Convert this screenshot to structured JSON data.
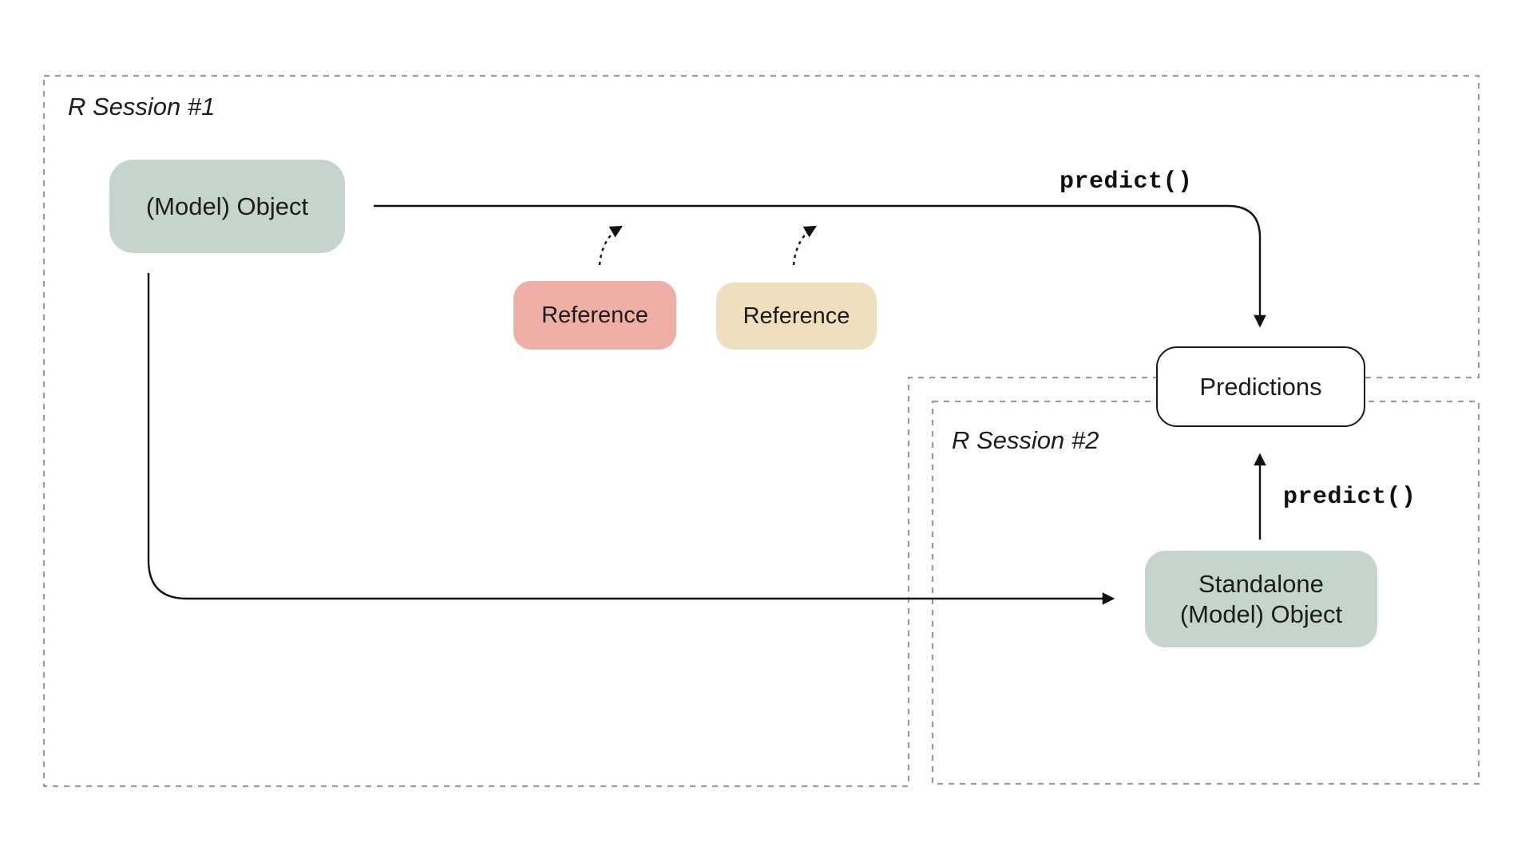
{
  "diagram": {
    "background": "#ffffff",
    "sessions": [
      {
        "id": "session-1",
        "label": "R Session #1",
        "border_color": "#9a9a9a",
        "border_style": "dashed"
      },
      {
        "id": "session-2",
        "label": "R Session #2",
        "border_color": "#9a9a9a",
        "border_style": "dashed"
      }
    ],
    "nodes": {
      "model_object": {
        "label": "(Model) Object",
        "fill": "#c6d5cc",
        "session": "R Session #1"
      },
      "reference_red": {
        "label": "Reference",
        "fill": "#efaea6",
        "session": "R Session #1"
      },
      "reference_tan": {
        "label": "Reference",
        "fill": "#f0dfbf",
        "session": "R Session #1"
      },
      "predictions": {
        "label": "Predictions",
        "fill": "#ffffff",
        "border": "#1a1a1a"
      },
      "standalone": {
        "label": "Standalone\n(Model) Object",
        "fill": "#c6d5cc",
        "session": "R Session #2"
      }
    },
    "annotations": {
      "predict_top": {
        "label": "predict()",
        "font": "monospace-bold"
      },
      "predict_right": {
        "label": "predict()",
        "font": "monospace-bold"
      }
    },
    "edges": [
      {
        "from": "model_object",
        "to": "predictions",
        "style": "solid",
        "label": "predict()"
      },
      {
        "from": "model_object",
        "to": "standalone",
        "style": "solid",
        "label": ""
      },
      {
        "from": "standalone",
        "to": "predictions",
        "style": "solid",
        "label": "predict()"
      },
      {
        "from": "reference_red",
        "to": "model-object-line",
        "style": "dashed-curved",
        "label": ""
      },
      {
        "from": "reference_tan",
        "to": "model-object-line",
        "style": "dashed-curved",
        "label": ""
      }
    ],
    "line_color": "#111111"
  }
}
